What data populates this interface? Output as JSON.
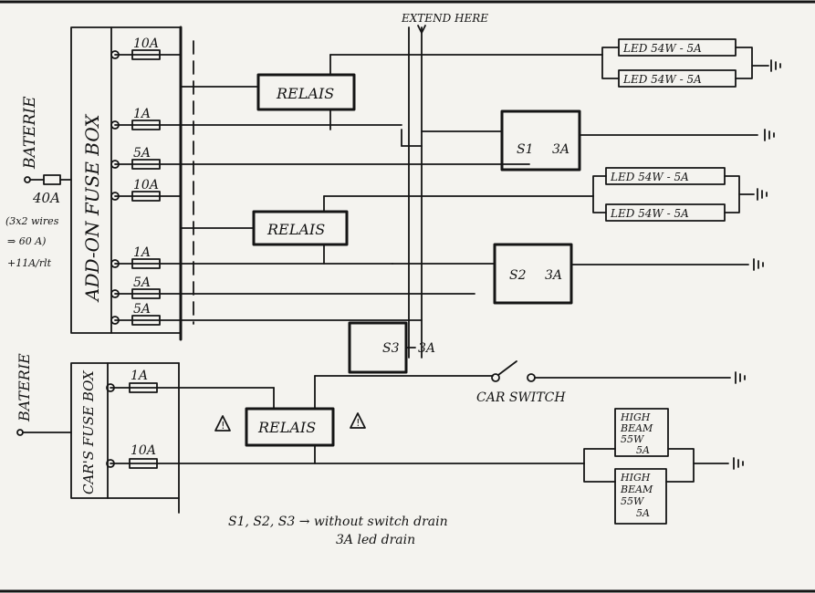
{
  "labels": {
    "battery_top": "BATERIE",
    "fuse_40": "40A",
    "wire_note_1": "(3x2 wires",
    "wire_note_2": "⇒ 60 A)",
    "wire_note_3": "+11A/rlt",
    "addon_box": "ADD-ON FUSE BOX",
    "battery_bottom": "BATERIE",
    "car_box": "CAR'S FUSE BOX",
    "extend": "EXTEND HERE",
    "relay_1": "RELAIS",
    "relay_2": "RELAIS",
    "relay_3": "RELAIS",
    "led_1": "LED 54W - 5A",
    "led_2": "LED 54W - 5A",
    "led_3": "LED 54W - 5A",
    "led_4": "LED 54W - 5A",
    "s1": "S1",
    "s1_amp": "3A",
    "s2": "S2",
    "s2_amp": "3A",
    "s3": "S3",
    "s3_amp": "3A",
    "car_switch": "CAR SWITCH",
    "hb_1_l1": "HIGH",
    "hb_1_l2": "BEAM",
    "hb_1_l3": "55W",
    "hb_1_l4": "5A",
    "hb_2_l1": "HIGH",
    "hb_2_l2": "BEAM",
    "hb_2_l3": "55W",
    "hb_2_l4": "5A",
    "note_1": "S1, S2, S3 → without switch drain",
    "note_2": "3A led drain",
    "warn": "!"
  },
  "fuses": [
    "10A",
    "1A",
    "5A",
    "10A",
    "1A",
    "5A",
    "5A",
    "1A",
    "10A"
  ]
}
